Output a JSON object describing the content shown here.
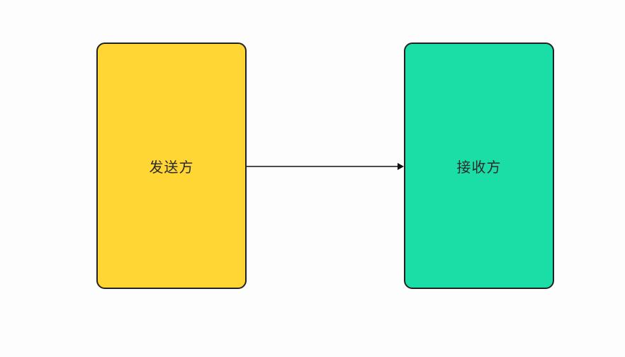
{
  "diagram": {
    "nodes": [
      {
        "id": "sender",
        "label": "发送方",
        "fill": "#ffd633"
      },
      {
        "id": "receiver",
        "label": "接收方",
        "fill": "#1bdda6"
      }
    ],
    "edges": [
      {
        "from": "sender",
        "to": "receiver",
        "color": "#111111"
      }
    ]
  }
}
